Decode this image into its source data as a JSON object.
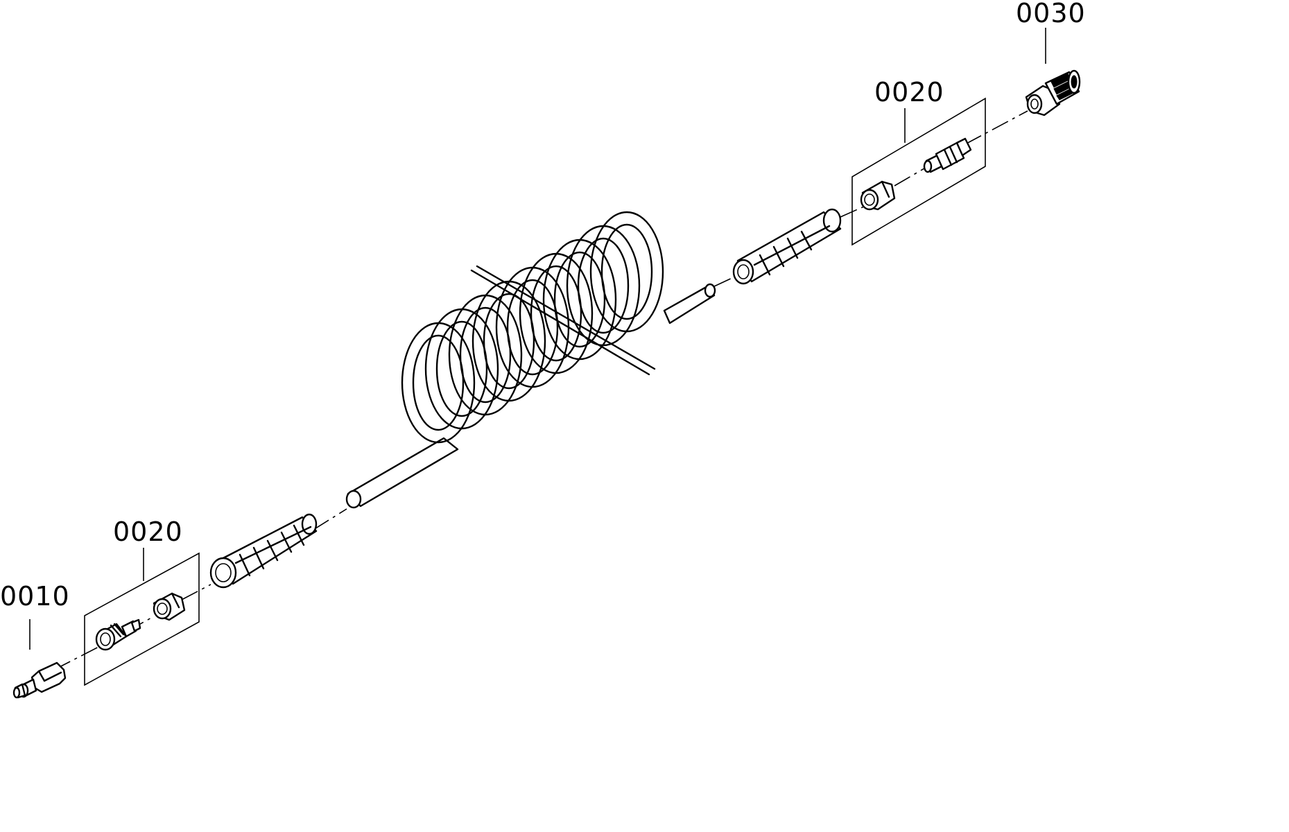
{
  "labels": {
    "part_0010": "0010",
    "part_0020_left": "0020",
    "part_0020_right": "0020",
    "part_0030": "0030"
  },
  "colors": {
    "line": "#000000",
    "background": "#ffffff"
  },
  "parts": [
    {
      "id": "0010",
      "description_icon": "male-plug-fitting-icon"
    },
    {
      "id": "0020",
      "description_icon": "hose-fitting-kit-icon"
    },
    {
      "id": "0030",
      "description_icon": "female-quick-coupler-icon"
    }
  ]
}
